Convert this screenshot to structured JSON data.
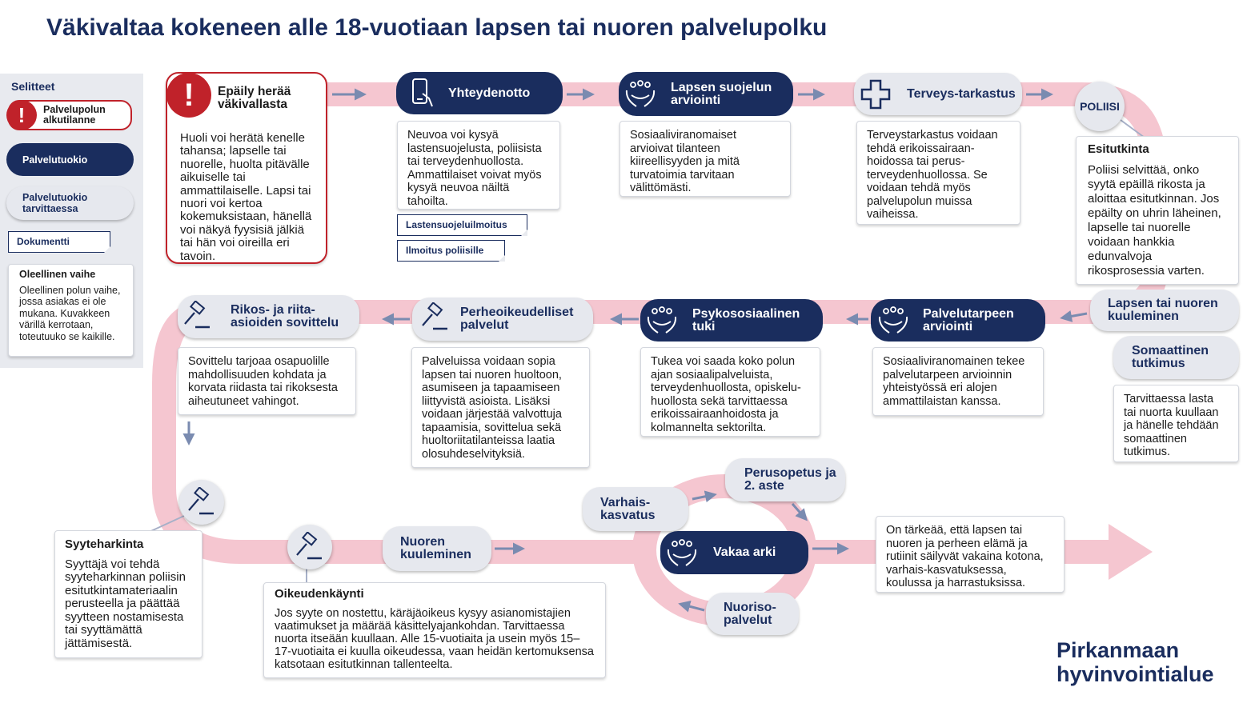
{
  "title": "Väkivaltaa kokeneen alle 18-vuotiaan lapsen tai nuoren palvelupolku",
  "colors": {
    "navy": "#1a2d5e",
    "red": "#c0222a",
    "path": "#f5c6d0",
    "arrow": "#7a8bb0",
    "light": "#e6e8ee"
  },
  "legend": {
    "title": "Selitteet",
    "start": "Palvelupolun alkutilanne",
    "service": "Palvelutuokio",
    "service_optional": "Palvelutuokio tarvittaessa",
    "document": "Dokumentti",
    "essential_title": "Oleellinen vaihe",
    "essential_text": "Oleellinen polun vaihe, jossa asiakas ei ole mukana. Kuvakkeen värillä kerrotaan, toteutuuko se kaikille."
  },
  "start": {
    "title": "Epäily herää väkivallasta",
    "icon": "exclamation-icon",
    "text": "Huoli voi herätä kenelle tahansa; lapselle tai nuorelle, huolta pitävälle aikuiselle tai ammattilaiselle. Lapsi tai nuori voi kertoa kokemuksistaan, hänellä voi näkyä fyysisiä jälkiä tai hän voi oireilla eri tavoin."
  },
  "steps": {
    "contact": {
      "label": "Yhteydenotto",
      "icon": "phone-icon",
      "text": "Neuvoa voi kysyä lastensuojelusta, poliisista tai terveydenhuollosta. Ammattilaiset voivat myös kysyä neuvoa näiltä tahoilta."
    },
    "child_protection": {
      "label": "Lapsen suojelun arviointi",
      "icon": "hands-group-icon",
      "text": "Sosiaaliviranomaiset arvioivat tilanteen kiireellisyyden ja mitä turvatoimia tarvitaan välittömästi."
    },
    "health": {
      "label": "Terveys-tarkastus",
      "icon": "medical-cross-icon",
      "text": "Terveystarkastus voidaan tehdä erikoissairaan-hoidossa tai perus-terveydenhuollossa. Se voidaan tehdä myös palvelupolun muissa vaiheissa."
    },
    "police": {
      "label": "POLIISI",
      "title": "Esitutkinta",
      "text": "Poliisi selvittää, onko syytä epäillä rikosta ja aloittaa esitutkinnan. Jos epäilty on uhrin läheinen, lapselle tai nuorelle voidaan hankkia edunvalvoja rikosprosessia varten."
    },
    "hearing": {
      "label": "Lapsen tai nuoren kuuleminen"
    },
    "somatic": {
      "label": "Somaattinen tutkimus",
      "text": "Tarvittaessa lasta tai nuorta kuullaan ja hänelle tehdään somaattinen tutkimus."
    },
    "needs": {
      "label": "Palvelutarpeen arviointi",
      "icon": "hands-group-icon",
      "text": "Sosiaaliviranomainen tekee palvelutarpeen arvioinnin yhteistyössä eri alojen ammattilaistan kanssa."
    },
    "psychosocial": {
      "label": "Psykososiaalinen tuki",
      "icon": "hands-group-icon",
      "text": "Tukea voi saada koko polun ajan sosiaalipalveluista, terveydenhuollosta, opiskelu-huollosta sekä tarvittaessa erikoissairaanhoidosta ja kolmannelta sektorilta."
    },
    "family_law": {
      "label": "Perheoikeudelliset palvelut",
      "icon": "gavel-icon",
      "text": "Palveluissa voidaan sopia lapsen tai nuoren huoltoon, asumiseen ja tapaamiseen liittyvistä asioista. Lisäksi voidaan järjestää valvottuja tapaamisia, sovittelua sekä huoltoriitatilanteissa laatia olosuhdeselvityksiä."
    },
    "mediation": {
      "label": "Rikos- ja riita-asioiden sovittelu",
      "icon": "gavel-icon",
      "text": "Sovittelu tarjoaa osapuolille mahdollisuuden kohdata ja korvata riidasta tai rikoksesta aiheutuneet vahingot."
    },
    "prosecution": {
      "title": "Syyteharkinta",
      "icon": "gavel-icon",
      "text": "Syyttäjä voi tehdä syyteharkinnan poliisin esitutkintamateriaalin perusteella ja päättää syytteen nostamisesta tai syyttämättä jättämisestä."
    },
    "trial": {
      "title": "Oikeudenkäynti",
      "icon": "gavel-icon",
      "text": "Jos syyte on nostettu, käräjäoikeus kysyy asianomistajien vaatimukset ja määrää käsittelyajankohdan. Tarvittaessa nuorta itseään kuullaan. Alle 15-vuotiaita ja usein myös 15–17-vuotiaita ei kuulla oikeudessa, vaan heidän kertomuksensa katsotaan esitutkinnan tallenteelta."
    },
    "youth_hearing": {
      "label": "Nuoren kuuleminen"
    },
    "early_education": {
      "label": "Varhais-kasvatus"
    },
    "school": {
      "label": "Perusopetus ja 2. aste"
    },
    "youth_services": {
      "label": "Nuoriso-palvelut"
    },
    "stable_life": {
      "label": "Vakaa arki",
      "icon": "hands-group-icon",
      "text": "On tärkeää, että lapsen tai nuoren ja perheen elämä ja rutiinit säilyvät vakaina kotona, varhais-kasvatuksessa, koulussa ja harrastuksissa."
    }
  },
  "documents": {
    "child_welfare_notice": "Lastensuojeluilmoitus",
    "police_report": "Ilmoitus poliisille"
  },
  "brand": {
    "line1": "Pirkanmaan",
    "line2": "hyvinvointialue"
  }
}
